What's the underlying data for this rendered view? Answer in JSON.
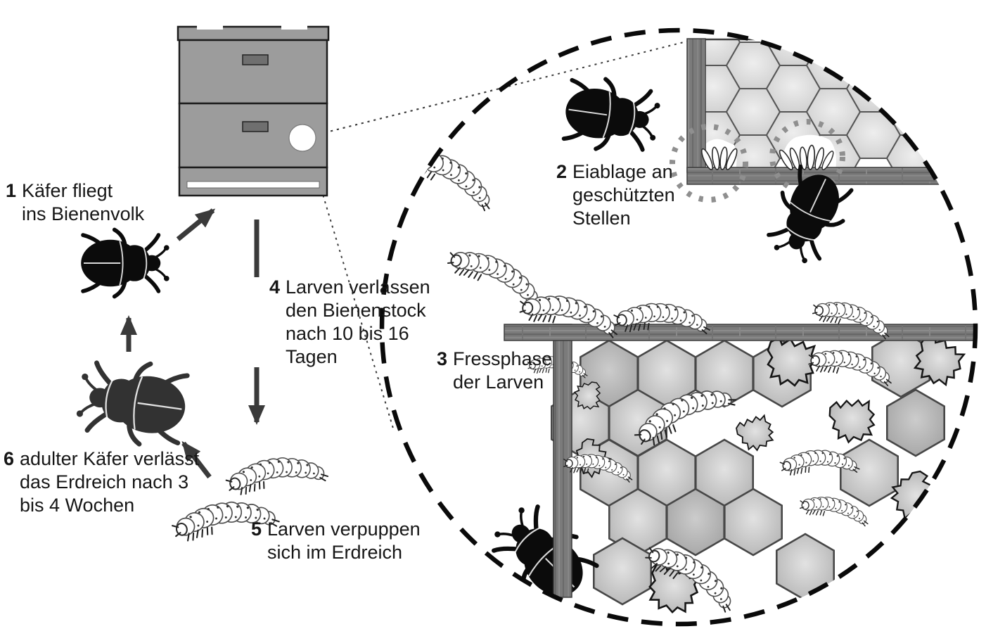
{
  "steps": {
    "s1": {
      "num": "1",
      "text": "Käfer fliegt\nins Bienenvolk"
    },
    "s2": {
      "num": "2",
      "text": "Eiablage an\ngeschützten\nStellen"
    },
    "s3": {
      "num": "3",
      "text": "Fressphase\nder Larven"
    },
    "s4": {
      "num": "4",
      "text": "Larven verlassen\nden Bienenstock\nnach 10 bis 16\nTagen"
    },
    "s5": {
      "num": "5",
      "text": "Larven verpuppen\nsich im Erdreich"
    },
    "s6": {
      "num": "6",
      "text": "adulter Käfer verlässt\ndas Erdreich nach 3\nbis 4 Wochen"
    }
  },
  "colors": {
    "background": "#ffffff",
    "text": "#161616",
    "hive_gray": "#9c9c9c",
    "wood_gray": "#7b7b7b",
    "hex_fill": "#bcbcbc",
    "hex_border": "#474747",
    "beetle_black": "#0b0b0b",
    "beetle_dark_gray": "#323232",
    "arrow": "#3a3a3a",
    "dashed_circle": "#0a0a0a",
    "dotted_highlight": "#8f8f8f"
  }
}
